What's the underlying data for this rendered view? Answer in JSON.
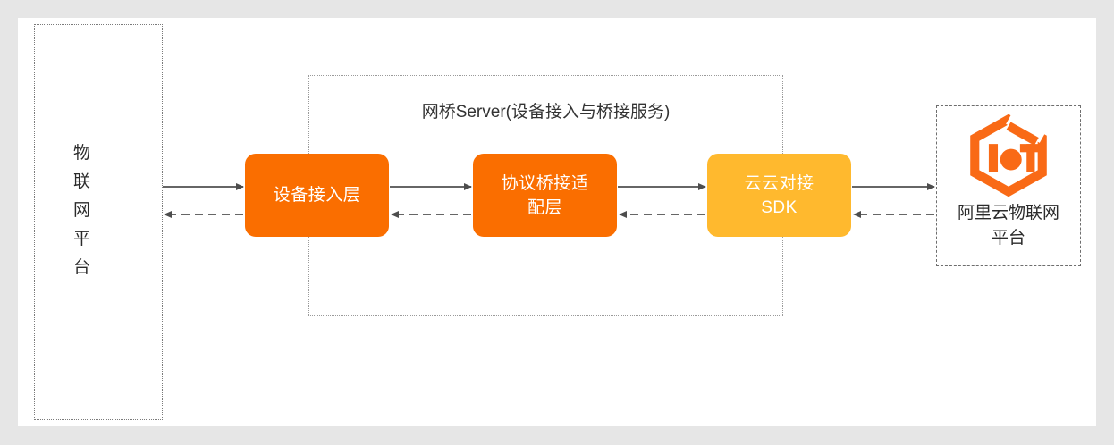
{
  "canvas": {
    "background": "#e6e6e6",
    "surface": "#ffffff"
  },
  "colors": {
    "orange": "#FA6E00",
    "yellow": "#FFB92E",
    "logo_orange": "#F96A16",
    "arrow": "#595959",
    "border_dotted": "#7a7a7a",
    "text_dark": "#2b2b2b"
  },
  "left_platform": {
    "name": "iot-platform",
    "label": "物\n联\n网\n平\n台",
    "border_style": "dotted"
  },
  "bridge_server": {
    "title": "网桥Server(设备接入与桥接服务)",
    "border_style": "dotted",
    "boxes": [
      {
        "id": "device-access",
        "label": "设备接入层",
        "color": "#FA6E00"
      },
      {
        "id": "protocol-bridge",
        "label": "协议桥接适\n配层",
        "color": "#FA6E00"
      },
      {
        "id": "cloud-sdk",
        "label": "云云对接\nSDK",
        "color": "#FFB92E"
      }
    ]
  },
  "right_platform": {
    "name": "alibaba-cloud-iot-platform",
    "label": "阿里云物联网\n平台",
    "logo": "iot-hexagon-logo",
    "border_style": "dashed"
  },
  "connections": [
    {
      "from": "iot-platform",
      "to": "device-access",
      "style": "solid",
      "direction": "right"
    },
    {
      "from": "device-access",
      "to": "iot-platform",
      "style": "dashed",
      "direction": "left"
    },
    {
      "from": "device-access",
      "to": "protocol-bridge",
      "style": "solid",
      "direction": "right"
    },
    {
      "from": "protocol-bridge",
      "to": "device-access",
      "style": "dashed",
      "direction": "left"
    },
    {
      "from": "protocol-bridge",
      "to": "cloud-sdk",
      "style": "solid",
      "direction": "right"
    },
    {
      "from": "cloud-sdk",
      "to": "protocol-bridge",
      "style": "dashed",
      "direction": "left"
    },
    {
      "from": "cloud-sdk",
      "to": "alibaba-cloud-iot-platform",
      "style": "solid",
      "direction": "right"
    },
    {
      "from": "alibaba-cloud-iot-platform",
      "to": "cloud-sdk",
      "style": "dashed",
      "direction": "left"
    }
  ]
}
